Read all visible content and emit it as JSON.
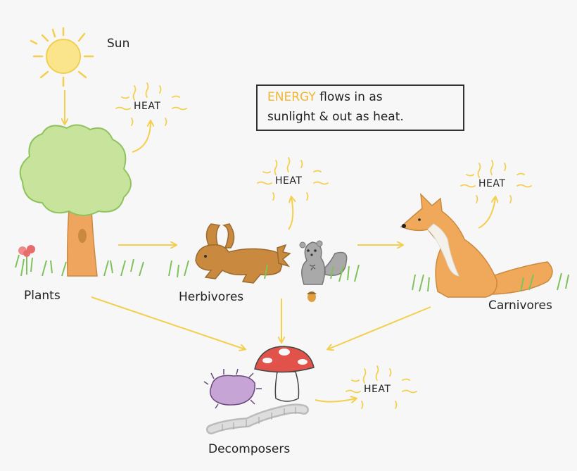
{
  "labels": {
    "sun": "Sun",
    "plants": "Plants",
    "herbivores": "Herbivores",
    "carnivores": "Carnivores",
    "decomposers": "Decomposers"
  },
  "heat_label": "HEAT",
  "note": {
    "keyword": "ENERGY",
    "line1_rest": " flows in as",
    "line2": "sunlight & out as heat."
  },
  "colors": {
    "arrow": "#f4cf4e",
    "sun": "#fbe58c",
    "leaves": "#c7e39c",
    "trunk": "#f0a55e",
    "rabbit": "#c9893f",
    "fox": "#f0a95a",
    "squirrel": "#a9a9a9",
    "mushroom_cap": "#e0524a",
    "bug": "#c7a4d6",
    "grass": "#7fc25b",
    "highlight": "#f2b530"
  }
}
